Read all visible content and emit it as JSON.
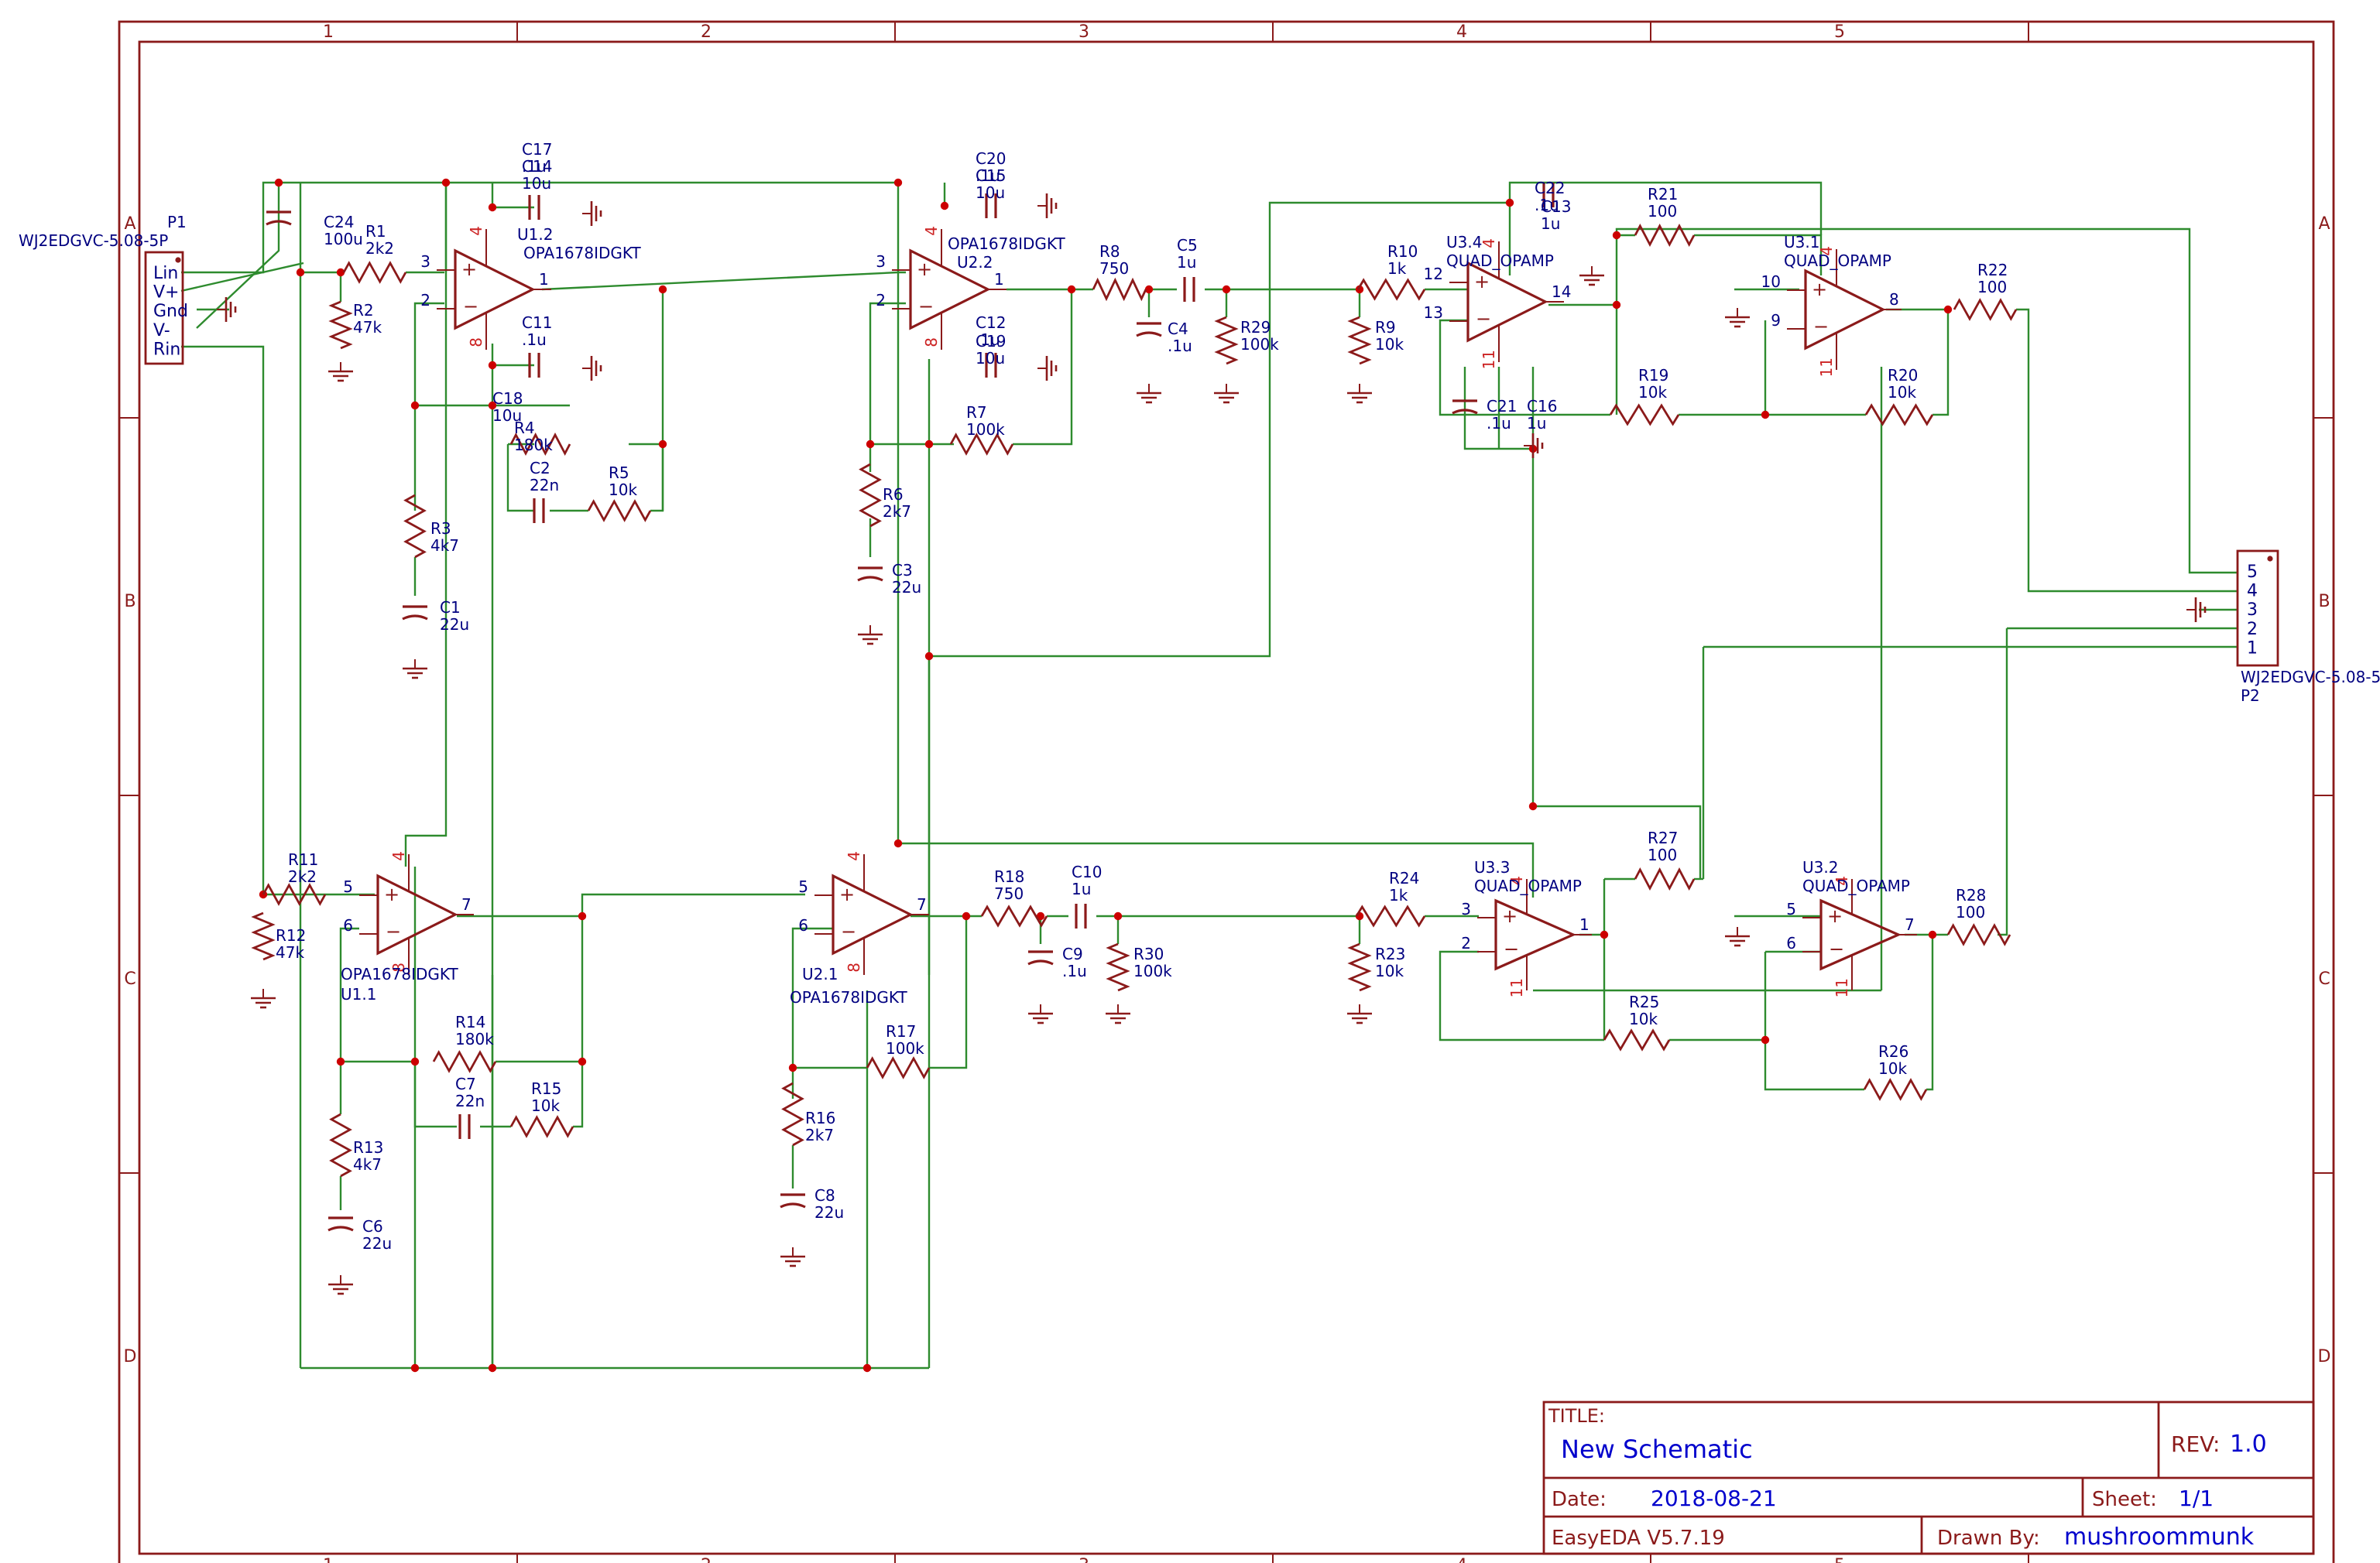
{
  "frame": {
    "columns": [
      "1",
      "2",
      "3",
      "4",
      "5"
    ],
    "rows": [
      "A",
      "B",
      "C",
      "D"
    ]
  },
  "title_block": {
    "title_label": "TITLE:",
    "title": "New Schematic",
    "rev_label": "REV:",
    "rev": "1.0",
    "date_label": "Date:",
    "date": "2018-08-21",
    "sheet_label": "Sheet:",
    "sheet": "1/1",
    "tool": "EasyEDA V5.7.19",
    "drawn_by_label": "Drawn By:",
    "drawn_by": "mushroommunk"
  },
  "connectors": {
    "p1": {
      "ref": "P1",
      "part": "WJ2EDGVC-5.08-5P",
      "pins": [
        "Lin",
        "V+",
        "Gnd",
        "V-",
        "Rin"
      ]
    },
    "p2": {
      "ref": "P2",
      "part": "WJ2EDGVC-5.08-5P",
      "pins": [
        "5",
        "4",
        "3",
        "2",
        "1"
      ]
    }
  },
  "opamps": [
    {
      "ref": "U1.2",
      "part": "OPA1678IDGKT",
      "in_plus": "3",
      "in_minus": "2",
      "out": "1",
      "vplus": "4",
      "vminus": "8"
    },
    {
      "ref": "U2.2",
      "part": "OPA1678IDGKT",
      "in_plus": "3",
      "in_minus": "2",
      "out": "1",
      "vplus": "4",
      "vminus": "8"
    },
    {
      "ref": "U3.4",
      "part": "QUAD_OPAMP",
      "in_plus": "12",
      "in_minus": "13",
      "out": "14",
      "vplus": "4",
      "vminus": "11"
    },
    {
      "ref": "U3.1",
      "part": "QUAD_OPAMP",
      "in_plus": "10",
      "in_minus": "9",
      "out": "8",
      "vplus": "4",
      "vminus": "11"
    },
    {
      "ref": "U1.1",
      "part": "OPA1678IDGKT",
      "in_plus": "5",
      "in_minus": "6",
      "out": "7",
      "vplus": "4",
      "vminus": "8"
    },
    {
      "ref": "U2.1",
      "part": "OPA1678IDGKT",
      "in_plus": "5",
      "in_minus": "6",
      "out": "7",
      "vplus": "4",
      "vminus": "8"
    },
    {
      "ref": "U3.3",
      "part": "QUAD_OPAMP",
      "in_plus": "3",
      "in_minus": "2",
      "out": "1",
      "vplus": "4",
      "vminus": "11"
    },
    {
      "ref": "U3.2",
      "part": "QUAD_OPAMP",
      "in_plus": "5",
      "in_minus": "6",
      "out": "7",
      "vplus": "4",
      "vminus": "11"
    }
  ],
  "resistors": [
    {
      "ref": "R1",
      "value": "2k2"
    },
    {
      "ref": "R2",
      "value": "47k"
    },
    {
      "ref": "R3",
      "value": "4k7"
    },
    {
      "ref": "R4",
      "value": "180k"
    },
    {
      "ref": "R5",
      "value": "10k"
    },
    {
      "ref": "R6",
      "value": "2k7"
    },
    {
      "ref": "R7",
      "value": "100k"
    },
    {
      "ref": "R8",
      "value": "750"
    },
    {
      "ref": "R29",
      "value": "100k"
    },
    {
      "ref": "R10",
      "value": "1k"
    },
    {
      "ref": "R9",
      "value": "10k"
    },
    {
      "ref": "R21",
      "value": "100"
    },
    {
      "ref": "R22",
      "value": "100"
    },
    {
      "ref": "R19",
      "value": "10k"
    },
    {
      "ref": "R20",
      "value": "10k"
    },
    {
      "ref": "R11",
      "value": "2k2"
    },
    {
      "ref": "R12",
      "value": "47k"
    },
    {
      "ref": "R13",
      "value": "4k7"
    },
    {
      "ref": "R14",
      "value": "180k"
    },
    {
      "ref": "R15",
      "value": "10k"
    },
    {
      "ref": "R16",
      "value": "2k7"
    },
    {
      "ref": "R17",
      "value": "100k"
    },
    {
      "ref": "R18",
      "value": "750"
    },
    {
      "ref": "R30",
      "value": "100k"
    },
    {
      "ref": "R24",
      "value": "1k"
    },
    {
      "ref": "R23",
      "value": "10k"
    },
    {
      "ref": "R27",
      "value": "100"
    },
    {
      "ref": "R28",
      "value": "100"
    },
    {
      "ref": "R25",
      "value": "10k"
    },
    {
      "ref": "R26",
      "value": "10k"
    }
  ],
  "capacitors": [
    {
      "ref": "C24",
      "value": "100u"
    },
    {
      "ref": "C17",
      "value": ".1u"
    },
    {
      "ref": "C14",
      "value": "10u"
    },
    {
      "ref": "C11",
      "value": ".1u"
    },
    {
      "ref": "C18",
      "value": "10u"
    },
    {
      "ref": "C2",
      "value": "22n"
    },
    {
      "ref": "C1",
      "value": "22u"
    },
    {
      "ref": "C20",
      "value": ".1u"
    },
    {
      "ref": "C15",
      "value": "10u"
    },
    {
      "ref": "C12",
      "value": ".1u"
    },
    {
      "ref": "C19",
      "value": "10u"
    },
    {
      "ref": "C3",
      "value": "22u"
    },
    {
      "ref": "C5",
      "value": "1u"
    },
    {
      "ref": "C4",
      "value": ".1u"
    },
    {
      "ref": "C22",
      "value": ".1u"
    },
    {
      "ref": "C13",
      "value": "1u"
    },
    {
      "ref": "C21",
      "value": ".1u"
    },
    {
      "ref": "C16",
      "value": "1u"
    },
    {
      "ref": "C7",
      "value": "22n"
    },
    {
      "ref": "C6",
      "value": "22u"
    },
    {
      "ref": "C8",
      "value": "22u"
    },
    {
      "ref": "C10",
      "value": "1u"
    },
    {
      "ref": "C9",
      "value": ".1u"
    }
  ],
  "colors": {
    "symbol": "#8B1A1A",
    "wire": "#2E8B2E",
    "junction": "#CC0000",
    "ref_text": "#000080",
    "pin_num": "#8B1A1A",
    "pin_power": "#CC2222",
    "title_value": "#0000CC"
  }
}
